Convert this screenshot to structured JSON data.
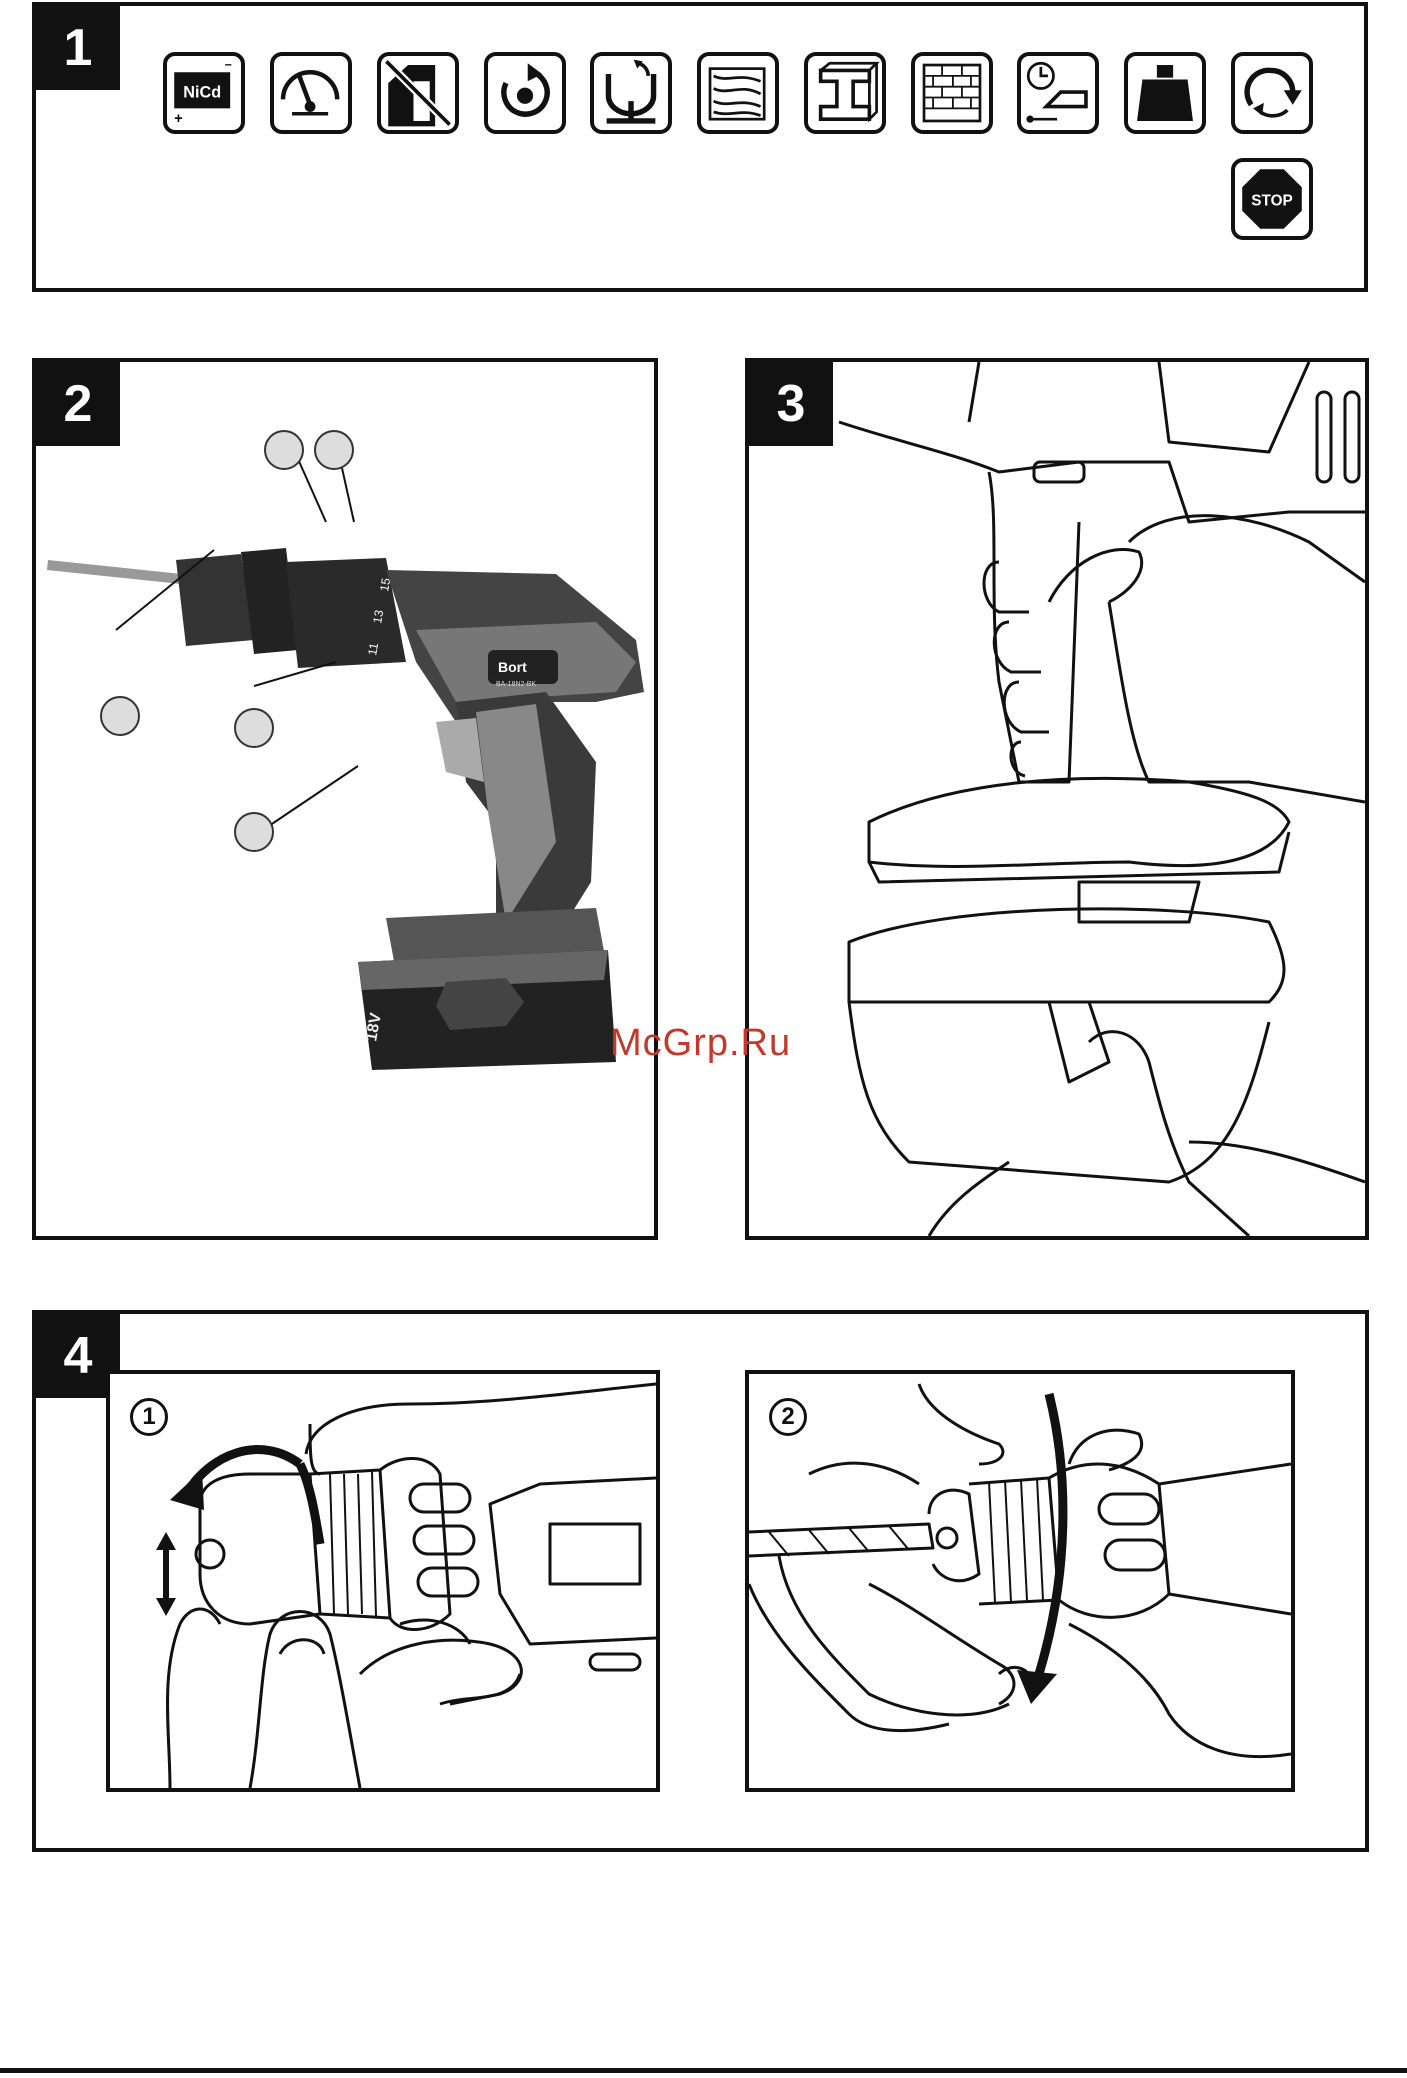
{
  "panels": {
    "p1": {
      "number": "1"
    },
    "p2": {
      "number": "2"
    },
    "p3": {
      "number": "3"
    },
    "p4": {
      "number": "4",
      "step1": "1",
      "step2": "2"
    }
  },
  "icons": {
    "nicd": "NiCd",
    "nicd_minus": "–",
    "nicd_plus": "+",
    "stop": "STOP"
  },
  "drill": {
    "brand": "Bort",
    "model": "BA-18N2-BK",
    "battery_voltage": "18V",
    "torque_marks": [
      "15",
      "13",
      "11"
    ]
  },
  "watermark": "McGrp.Ru"
}
